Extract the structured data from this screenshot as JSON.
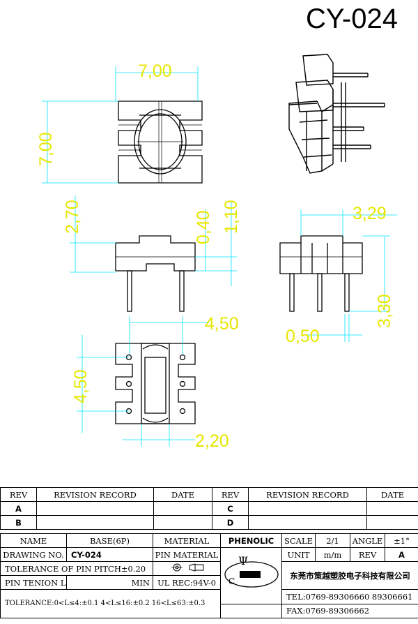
{
  "title": "CY-024",
  "dims": {
    "top_width": "7,00",
    "top_height": "7,00",
    "front_total": "2,70",
    "front_step": "0,40",
    "front_flange": "1,10",
    "side_width": "3,29",
    "side_pin_len": "3,30",
    "side_pin_dia": "0,50",
    "pin_pitch_x": "4,50",
    "pin_pitch_y": "4,50",
    "pin_row": "2,20"
  },
  "revision": {
    "col_rev": "REV",
    "col_record": "REVISION RECORD",
    "col_date": "DATE",
    "rows": [
      {
        "rev_l": "A",
        "rev_r": "C"
      },
      {
        "rev_l": "B",
        "rev_r": "D"
      }
    ]
  },
  "info": {
    "name_label": "NAME",
    "name_value": "BASE(6P)",
    "material_label": "MATERIAL",
    "material_value": "PHENOLIC",
    "scale_label": "SCALE",
    "scale_value": "2/1",
    "angle_label": "ANGLE",
    "angle_value": "±1°",
    "drawing_label": "DRAWING NO.",
    "drawing_value": "CY-024",
    "pin_material_label": "PIN MATERIAL",
    "unit_label": "UNIT",
    "unit_value": "m/m",
    "rev_label": "REV",
    "rev_value": "A",
    "tolerance_pitch": "TOLERANCE OF PIN PITCH±0.20",
    "pin_tenion_label": "PIN TENION LOAD",
    "pin_tenion_value": "MIN",
    "ul_rec": "UL REC:94V-0",
    "tolerance": "TOLERANCE:0<L≤4:±0.1  4<L≤16:±0.2  16<L≤63:±0.3",
    "company": "东莞市策越塑胶电子科技有限公司",
    "tel": "TEL:0769-89306660 89306661",
    "fax": "FAX:0769-89306662"
  },
  "colors": {
    "dim_line": "#00e5ff",
    "dim_text": "#e6e600"
  }
}
